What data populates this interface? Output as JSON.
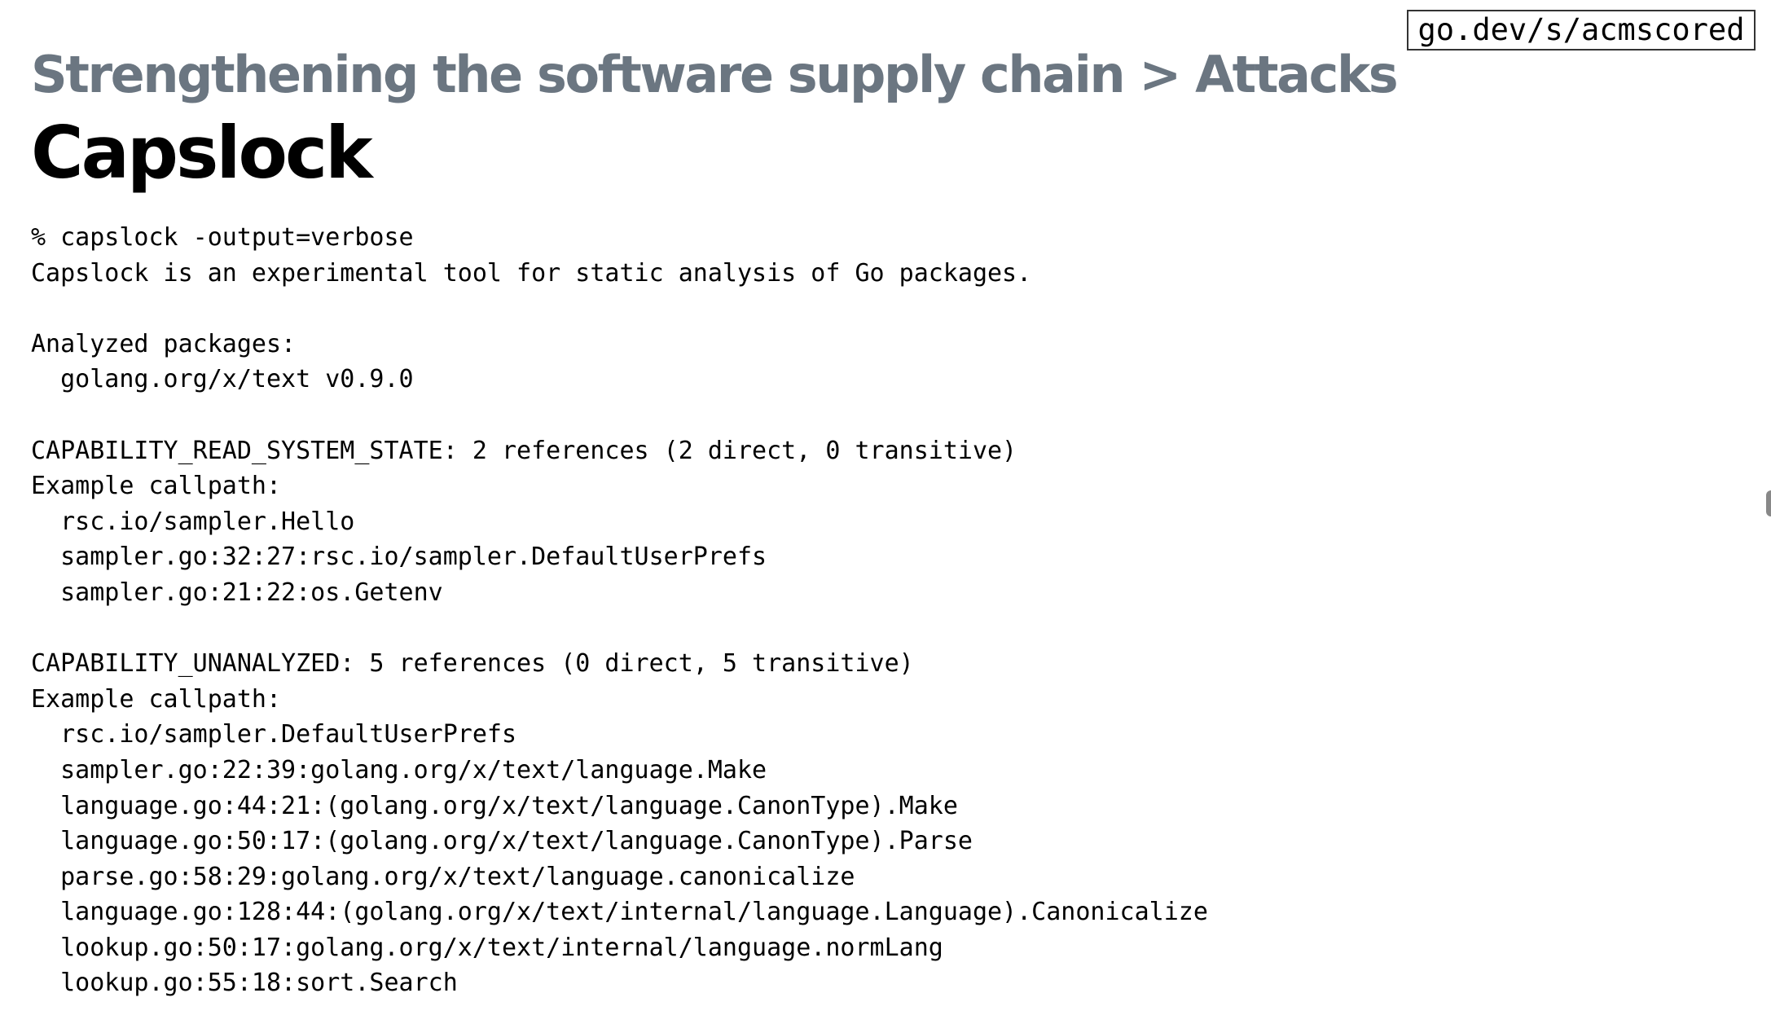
{
  "slide": {
    "short_link": "go.dev/s/acmscored",
    "breadcrumb": "Strengthening the software supply chain > Attacks",
    "title": "Capslock"
  },
  "terminal": {
    "lines": [
      "% capslock -output=verbose",
      "Capslock is an experimental tool for static analysis of Go packages.",
      "",
      "Analyzed packages:",
      "  golang.org/x/text v0.9.0",
      "",
      "CAPABILITY_READ_SYSTEM_STATE: 2 references (2 direct, 0 transitive)",
      "Example callpath:",
      "  rsc.io/sampler.Hello",
      "  sampler.go:32:27:rsc.io/sampler.DefaultUserPrefs",
      "  sampler.go:21:22:os.Getenv",
      "",
      "CAPABILITY_UNANALYZED: 5 references (0 direct, 5 transitive)",
      "Example callpath:",
      "  rsc.io/sampler.DefaultUserPrefs",
      "  sampler.go:22:39:golang.org/x/text/language.Make",
      "  language.go:44:21:(golang.org/x/text/language.CanonType).Make",
      "  language.go:50:17:(golang.org/x/text/language.CanonType).Parse",
      "  parse.go:58:29:golang.org/x/text/language.canonicalize",
      "  language.go:128:44:(golang.org/x/text/internal/language.Language).Canonicalize",
      "  lookup.go:50:17:golang.org/x/text/internal/language.normLang",
      "  lookup.go:55:18:sort.Search"
    ]
  }
}
